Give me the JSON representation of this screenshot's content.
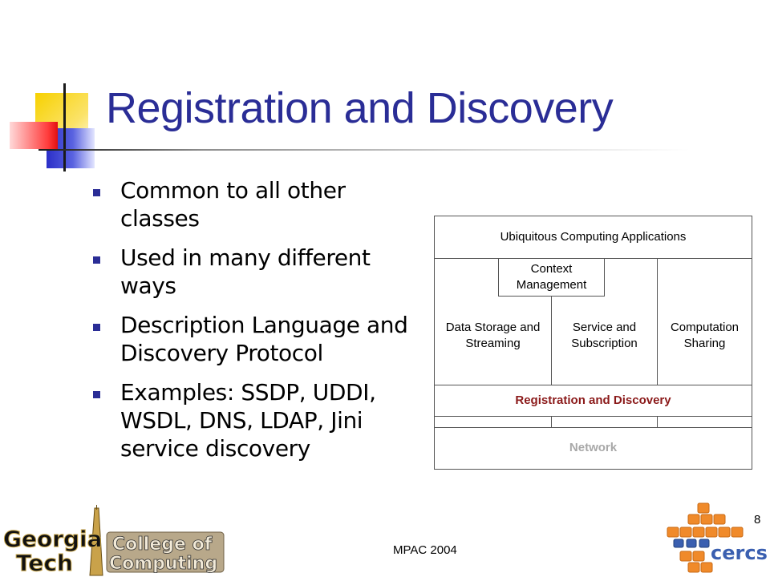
{
  "slide": {
    "title": "Registration and Discovery",
    "bullets": [
      "Common to all other classes",
      "Used in many different ways",
      "Description Language and Discovery Protocol",
      "Examples: SSDP, UDDI, WSDL, DNS, LDAP, Jini service discovery"
    ],
    "footer": "MPAC 2004",
    "page_number": "8"
  },
  "diagram": {
    "applications": "Ubiquitous Computing Applications",
    "context": [
      "Context",
      "Management"
    ],
    "data_storage": [
      "Data Storage and",
      "Streaming"
    ],
    "service": [
      "Service and",
      "Subscription"
    ],
    "computation": [
      "Computation",
      "Sharing"
    ],
    "registration": "Registration and Discovery",
    "network": "Network"
  },
  "logos": {
    "left": {
      "line1": "Georgia",
      "line2": "Tech",
      "line3": "College of",
      "line4": "Computing"
    },
    "right": {
      "text": "cercs"
    }
  },
  "colors": {
    "title": "#2a2d96",
    "bullet": "#2a2d96",
    "registration_text": "#8b1a1a",
    "network_text": "#a8a8a8",
    "cercs_orange": "#f08a2a",
    "cercs_blue": "#3a5fb0"
  }
}
